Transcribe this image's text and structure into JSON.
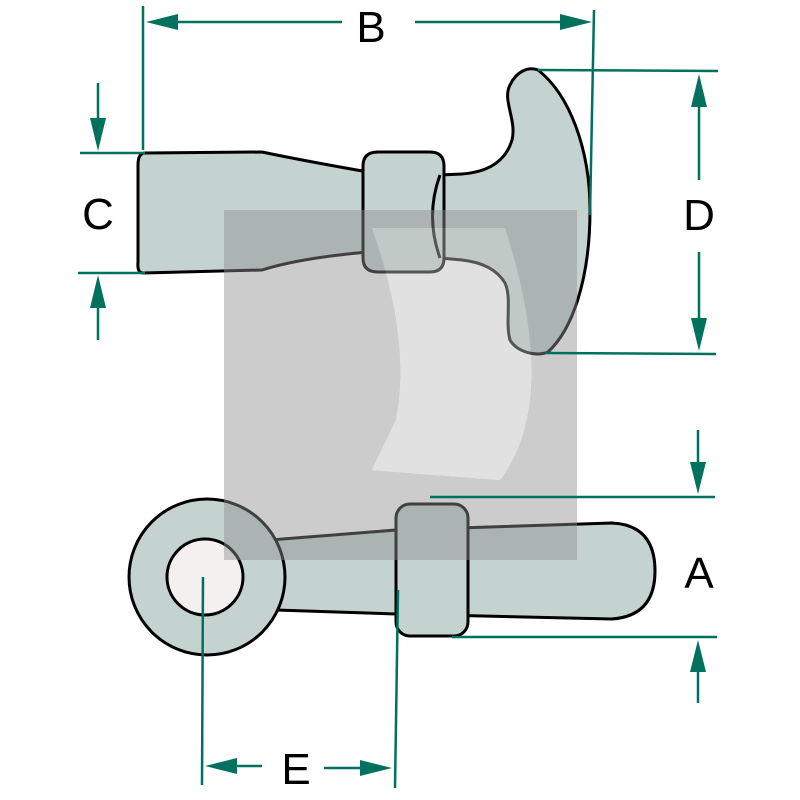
{
  "labels": {
    "a": "A",
    "b": "B",
    "c": "C",
    "d": "D",
    "e": "E"
  },
  "colors": {
    "part_fill": "#c4d3cf",
    "outline": "#000000",
    "dimension_line": "#00715c",
    "hole_fill": "#f4f0f0",
    "watermark": "#7f7f7f"
  },
  "watermark": {
    "icon": "stylized-j-logo-watermark"
  }
}
